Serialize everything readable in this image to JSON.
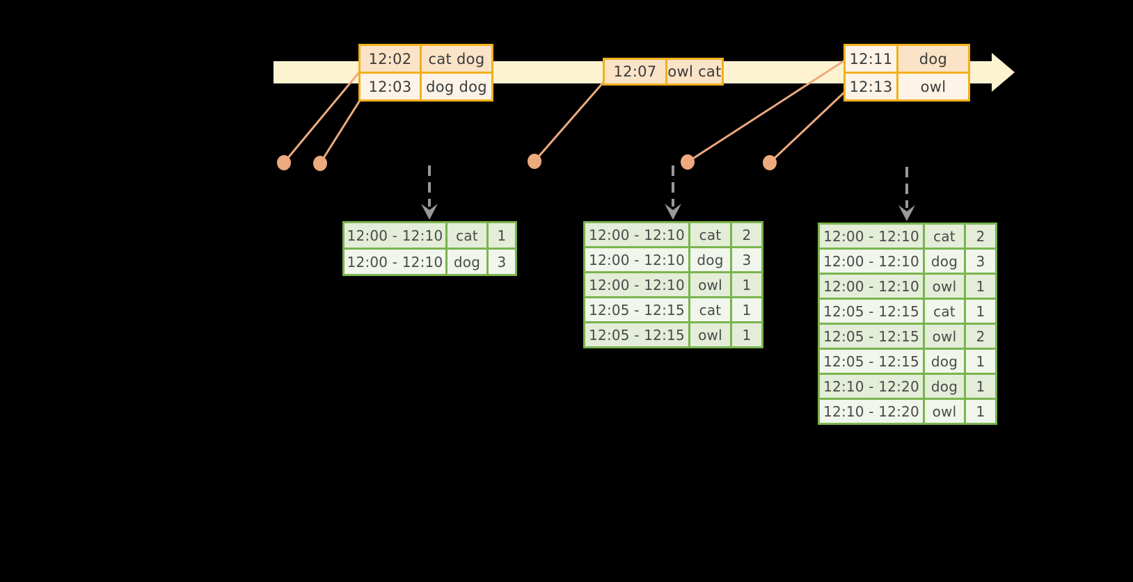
{
  "colors": {
    "background": "#000000",
    "timeline_band": "#fdf3d1",
    "event_table_border": "#f2b01c",
    "event_cell_dark": "#fae3c6",
    "event_cell_light": "#fdf4e7",
    "event_text": "#3a3a3a",
    "connector_salmon": "#edaa7e",
    "trigger_arrow_grey": "#999999",
    "result_table_border": "#7ab44e",
    "result_row_dark": "#e3edd8",
    "result_row_light": "#f1f6ec",
    "result_text": "#4a4a4a"
  },
  "icons": {
    "timeline_arrow": "cream-right-arrow-band",
    "event_dot": "salmon-filled-circle",
    "trigger_arrow": "grey-dashed-down-arrow"
  },
  "event_tables": [
    {
      "name": "events-12-02",
      "rows": [
        {
          "time": "12:02",
          "words": "cat dog",
          "time_shade": "dark",
          "words_shade": "dark"
        },
        {
          "time": "12:03",
          "words": "dog dog",
          "time_shade": "light",
          "words_shade": "light"
        }
      ]
    },
    {
      "name": "events-12-07",
      "rows": [
        {
          "time": "12:07",
          "words": "owl cat",
          "time_shade": "dark",
          "words_shade": "dark"
        }
      ]
    },
    {
      "name": "events-12-11",
      "rows": [
        {
          "time": "12:11",
          "words": "dog",
          "time_shade": "light",
          "words_shade": "dark"
        },
        {
          "time": "12:13",
          "words": "owl",
          "time_shade": "light",
          "words_shade": "light"
        }
      ]
    }
  ],
  "result_tables": [
    {
      "name": "result-table-1",
      "rows": [
        {
          "window": "12:00 - 12:10",
          "word": "cat",
          "count": "1"
        },
        {
          "window": "12:00 - 12:10",
          "word": "dog",
          "count": "3"
        }
      ]
    },
    {
      "name": "result-table-2",
      "rows": [
        {
          "window": "12:00 - 12:10",
          "word": "cat",
          "count": "2"
        },
        {
          "window": "12:00 - 12:10",
          "word": "dog",
          "count": "3"
        },
        {
          "window": "12:00 - 12:10",
          "word": "owl",
          "count": "1"
        },
        {
          "window": "12:05 - 12:15",
          "word": "cat",
          "count": "1"
        },
        {
          "window": "12:05 - 12:15",
          "word": "owl",
          "count": "1"
        }
      ]
    },
    {
      "name": "result-table-3",
      "rows": [
        {
          "window": "12:00 - 12:10",
          "word": "cat",
          "count": "2"
        },
        {
          "window": "12:00 - 12:10",
          "word": "dog",
          "count": "3"
        },
        {
          "window": "12:00 - 12:10",
          "word": "owl",
          "count": "1"
        },
        {
          "window": "12:05 - 12:15",
          "word": "cat",
          "count": "1"
        },
        {
          "window": "12:05 - 12:15",
          "word": "owl",
          "count": "2"
        },
        {
          "window": "12:05 - 12:15",
          "word": "dog",
          "count": "1"
        },
        {
          "window": "12:10 - 12:20",
          "word": "dog",
          "count": "1"
        },
        {
          "window": "12:10 - 12:20",
          "word": "owl",
          "count": "1"
        }
      ]
    }
  ]
}
